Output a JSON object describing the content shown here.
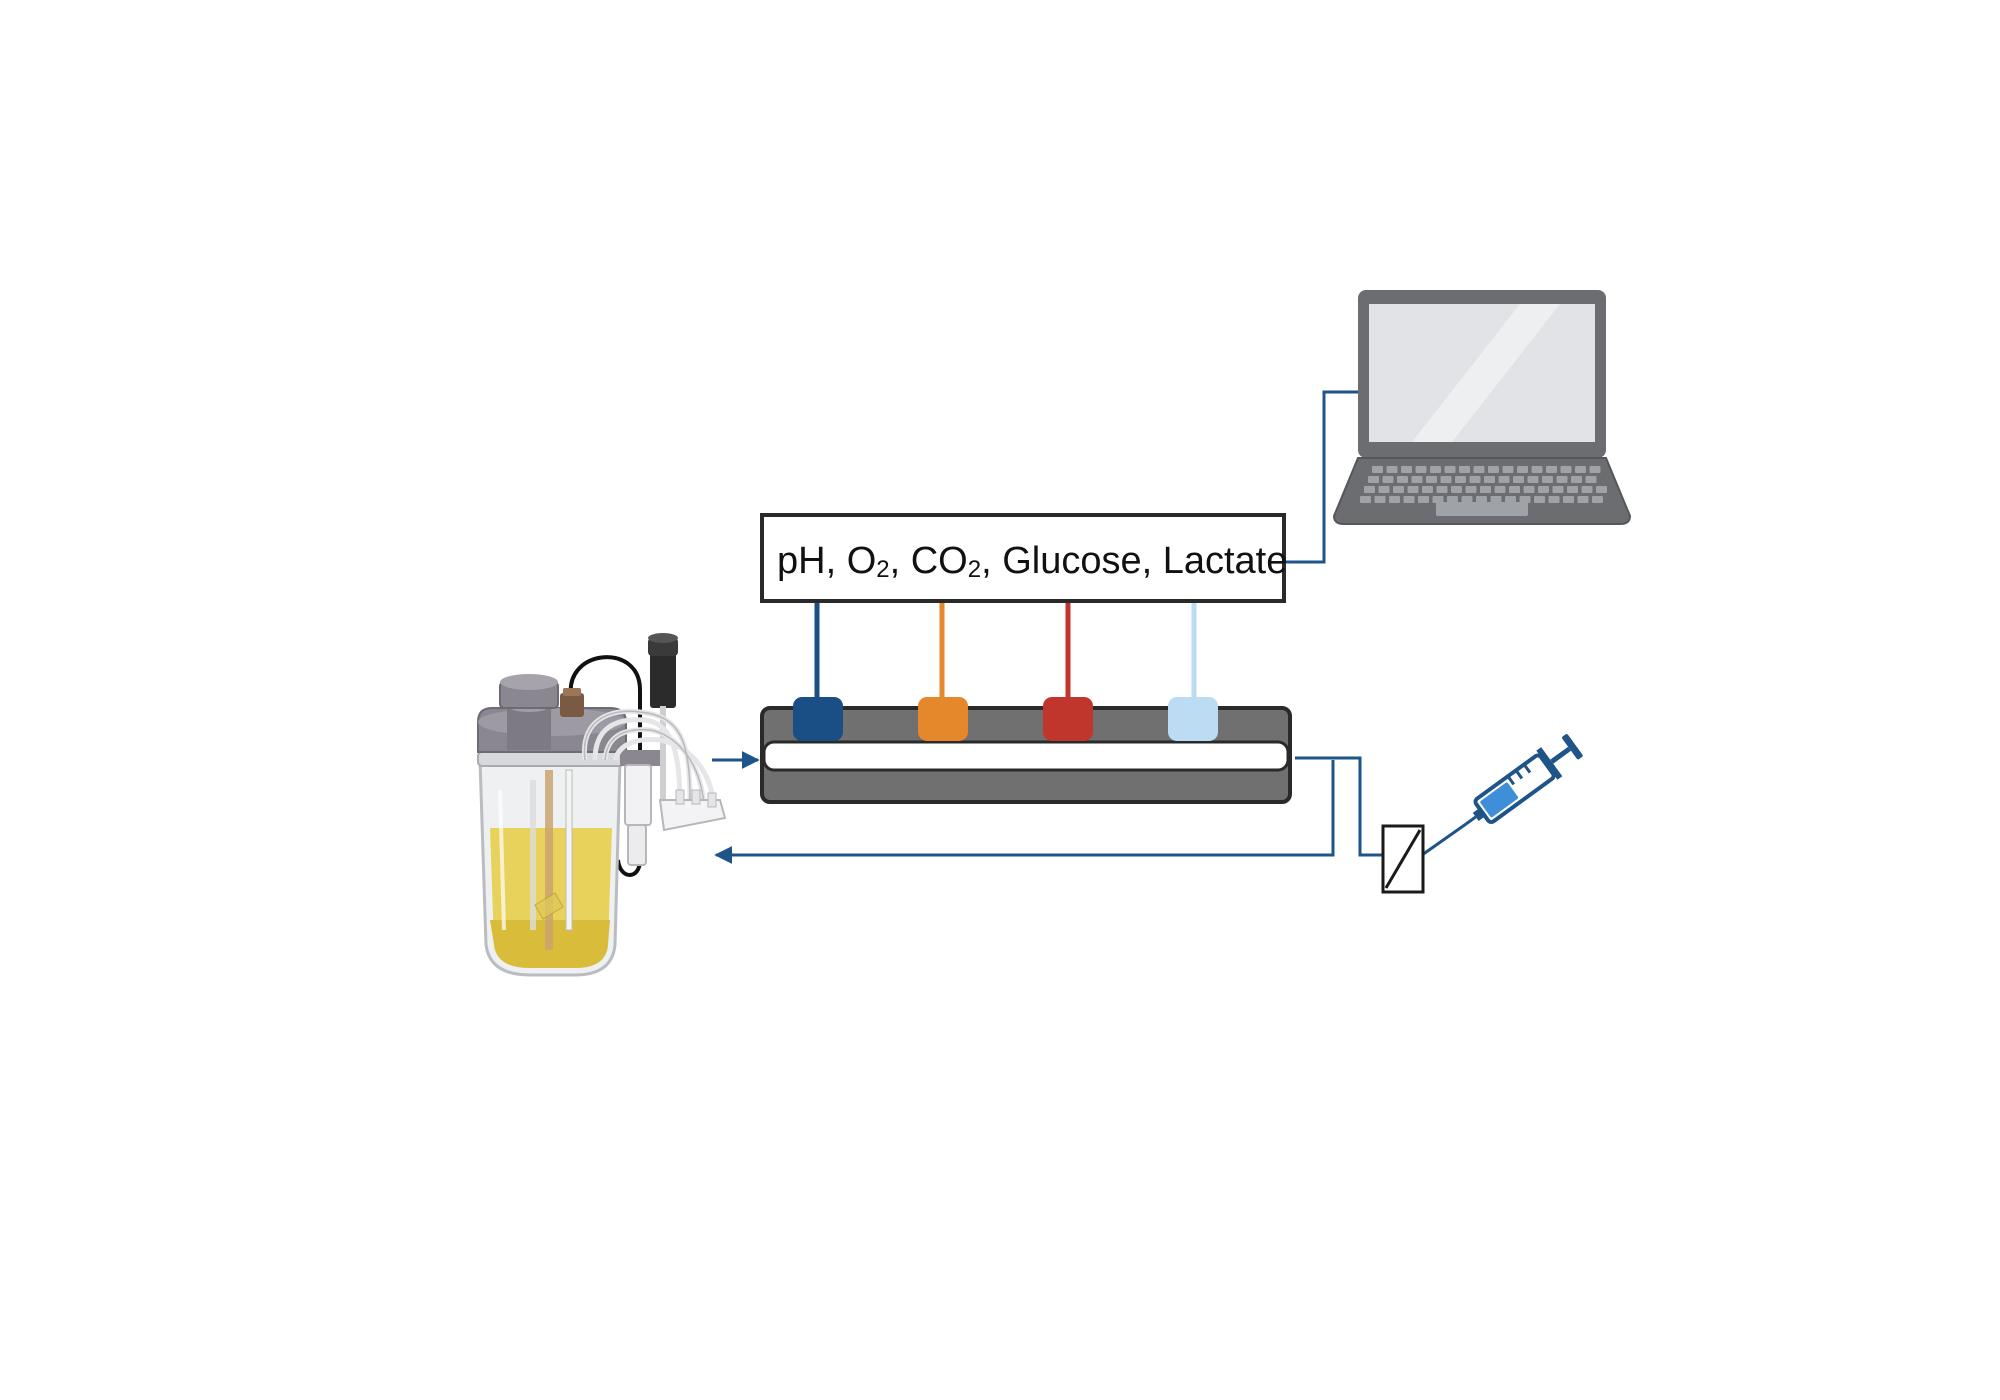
{
  "sensor_box": {
    "label_parts": [
      {
        "text": "pH, O",
        "sub": false
      },
      {
        "text": "2",
        "sub": true
      },
      {
        "text": ", CO",
        "sub": false
      },
      {
        "text": "2",
        "sub": true
      },
      {
        "text": ", Glucose, Lactate",
        "sub": false
      }
    ]
  },
  "sensors": [
    {
      "name": "ph-sensor",
      "color": "#1a4f86"
    },
    {
      "name": "o2-sensor",
      "color": "#e5872b"
    },
    {
      "name": "co2-sensor",
      "color": "#c0362c"
    },
    {
      "name": "glucose-lactate-sensor",
      "color": "#bcdcf3"
    }
  ],
  "colors": {
    "line": "#1f5489",
    "manifold": "#707070",
    "outline": "#2a2a2a",
    "laptop_body": "#6b6d70",
    "laptop_screen": "#e2e3e6",
    "medium": "#e9d25c",
    "vessel_lid": "#8a8790"
  },
  "icons": {
    "bioreactor": "bioreactor-icon",
    "laptop": "laptop-icon",
    "syringe": "syringe-icon",
    "filter": "filter-icon"
  }
}
